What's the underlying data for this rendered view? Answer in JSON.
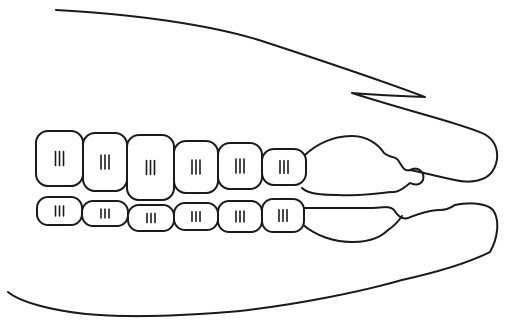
{
  "figure": {
    "subject": "jaw-cheek-teeth-line-drawing",
    "upper_row_tooth_count": 6,
    "lower_row_tooth_count": 6,
    "ink_color": "#1a1a1a",
    "background_color": "#ffffff"
  }
}
